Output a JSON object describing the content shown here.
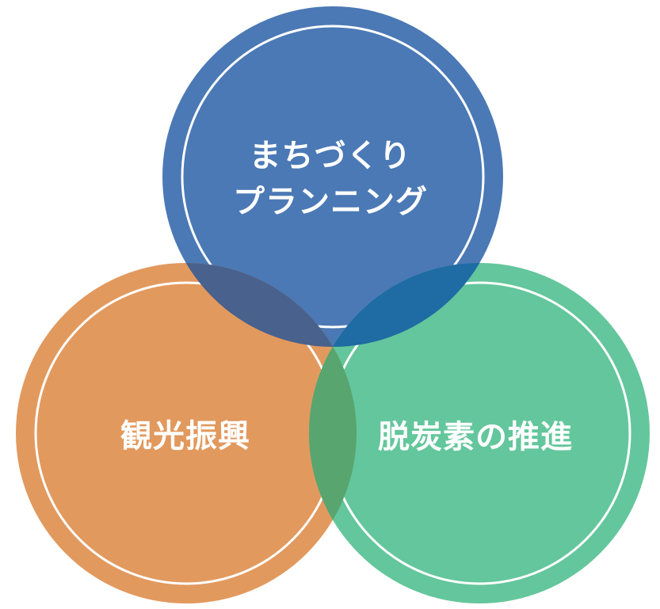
{
  "diagram": {
    "type": "venn-3-circles",
    "background_color": "#ffffff",
    "text_color": "#ffffff",
    "ring_color": "#ffffff",
    "circles": [
      {
        "id": "machizukuri-planning",
        "position": "top",
        "label_line1": "まちづくり",
        "label_line2": "プランニング",
        "color": "#4B79B5"
      },
      {
        "id": "tourism-promotion",
        "position": "bottom-left",
        "label": "観光振興",
        "color": "#E2995E"
      },
      {
        "id": "decarbonization",
        "position": "bottom-right",
        "label": "脱炭素の推進",
        "color": "#64C69C"
      }
    ],
    "overlap_colors": {
      "top_and_left": "#48618D",
      "top_and_right": "#1F6BA3",
      "left_and_right": "#58A56F"
    }
  }
}
